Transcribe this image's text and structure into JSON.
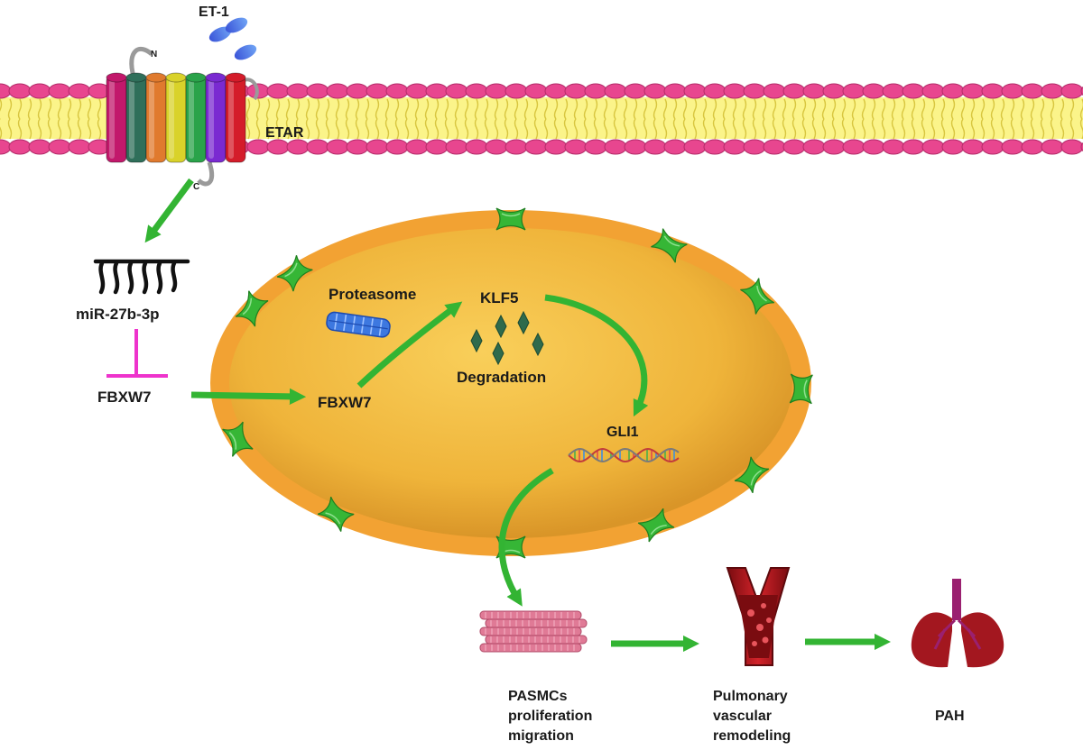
{
  "labels": {
    "ligand": "ET-1",
    "receptor": "ETAR",
    "receptor_n_terminus": "N",
    "receptor_c_terminus": "C",
    "mirna": "miR-27b-3p",
    "fbxw7_cytoplasm": "FBXW7",
    "fbxw7_nucleus": "FBXW7",
    "proteasome": "Proteasome",
    "klf5": "KLF5",
    "degradation": "Degradation",
    "gli1": "GLI1",
    "outcome_1": [
      "PASMCs",
      "proliferation",
      "migration"
    ],
    "outcome_2": [
      "Pulmonary",
      "vascular",
      "remodeling"
    ],
    "outcome_3": "PAH"
  },
  "relations": [
    {
      "from": "ETAR",
      "to": "miR-27b-3p",
      "type": "activates"
    },
    {
      "from": "miR-27b-3p",
      "to": "FBXW7",
      "type": "inhibits"
    },
    {
      "from": "FBXW7",
      "to": "FBXW7 (nucleus)",
      "type": "translocates"
    },
    {
      "from": "FBXW7 (nucleus)",
      "to": "KLF5",
      "type": "activates"
    },
    {
      "from": "KLF5",
      "to": "GLI1",
      "type": "activates"
    },
    {
      "from": "GLI1",
      "to": "PASMCs proliferation migration",
      "type": "activates"
    },
    {
      "from": "PASMCs proliferation migration",
      "to": "Pulmonary vascular remodeling",
      "type": "leads-to"
    },
    {
      "from": "Pulmonary vascular remodeling",
      "to": "PAH",
      "type": "leads-to"
    }
  ],
  "colors": {
    "membrane_head": "#e8468f",
    "membrane_core": "#fbf48a",
    "nucleus_rim": "#f2a233",
    "nucleus_body": "#f0b43c",
    "arrow": "#33b433",
    "inhibition": "#ee33cc",
    "pore": "#36b636",
    "ligand": "#4f7fe6",
    "klf5_diamond": "#2f6a4c",
    "muscle": "#e07a96",
    "vessel": "#b3141c",
    "lung": "#a3171f",
    "trachea": "#9a2070"
  },
  "icons": [
    "receptor-icon",
    "ligand-icon",
    "proteasome-icon",
    "dna-icon",
    "muscle-fiber-icon",
    "vessel-icon",
    "lungs-icon"
  ]
}
